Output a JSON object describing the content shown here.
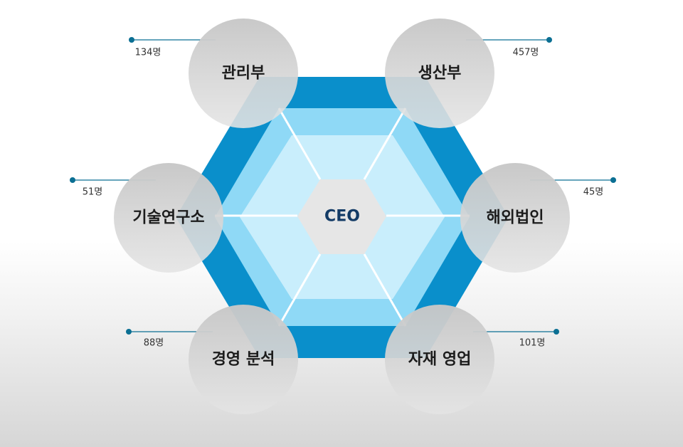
{
  "ceo": {
    "label": "CEO",
    "text_color": "#133b66"
  },
  "departments": [
    {
      "key": "management",
      "name": "관리부",
      "count": "134명"
    },
    {
      "key": "production",
      "name": "생산부",
      "count": "457명"
    },
    {
      "key": "rnd",
      "name": "기술연구소",
      "count": "51명"
    },
    {
      "key": "overseas",
      "name": "해외법인",
      "count": "45명"
    },
    {
      "key": "analysis",
      "name": "경영 분석",
      "count": "88명"
    },
    {
      "key": "materials-sales",
      "name": "자재 영업",
      "count": "101명"
    }
  ],
  "colors": {
    "hex_outer": "#0a8fcb",
    "hex_middle": "#8fd9f6",
    "hex_inner": "#c9eefc",
    "ceo_fill": "#e6e6e6",
    "spokes": "#ffffff",
    "leader_line": "#0b6f93",
    "circle_top": "#c7c7c7",
    "circle_bottom": "#e4e4e4"
  }
}
